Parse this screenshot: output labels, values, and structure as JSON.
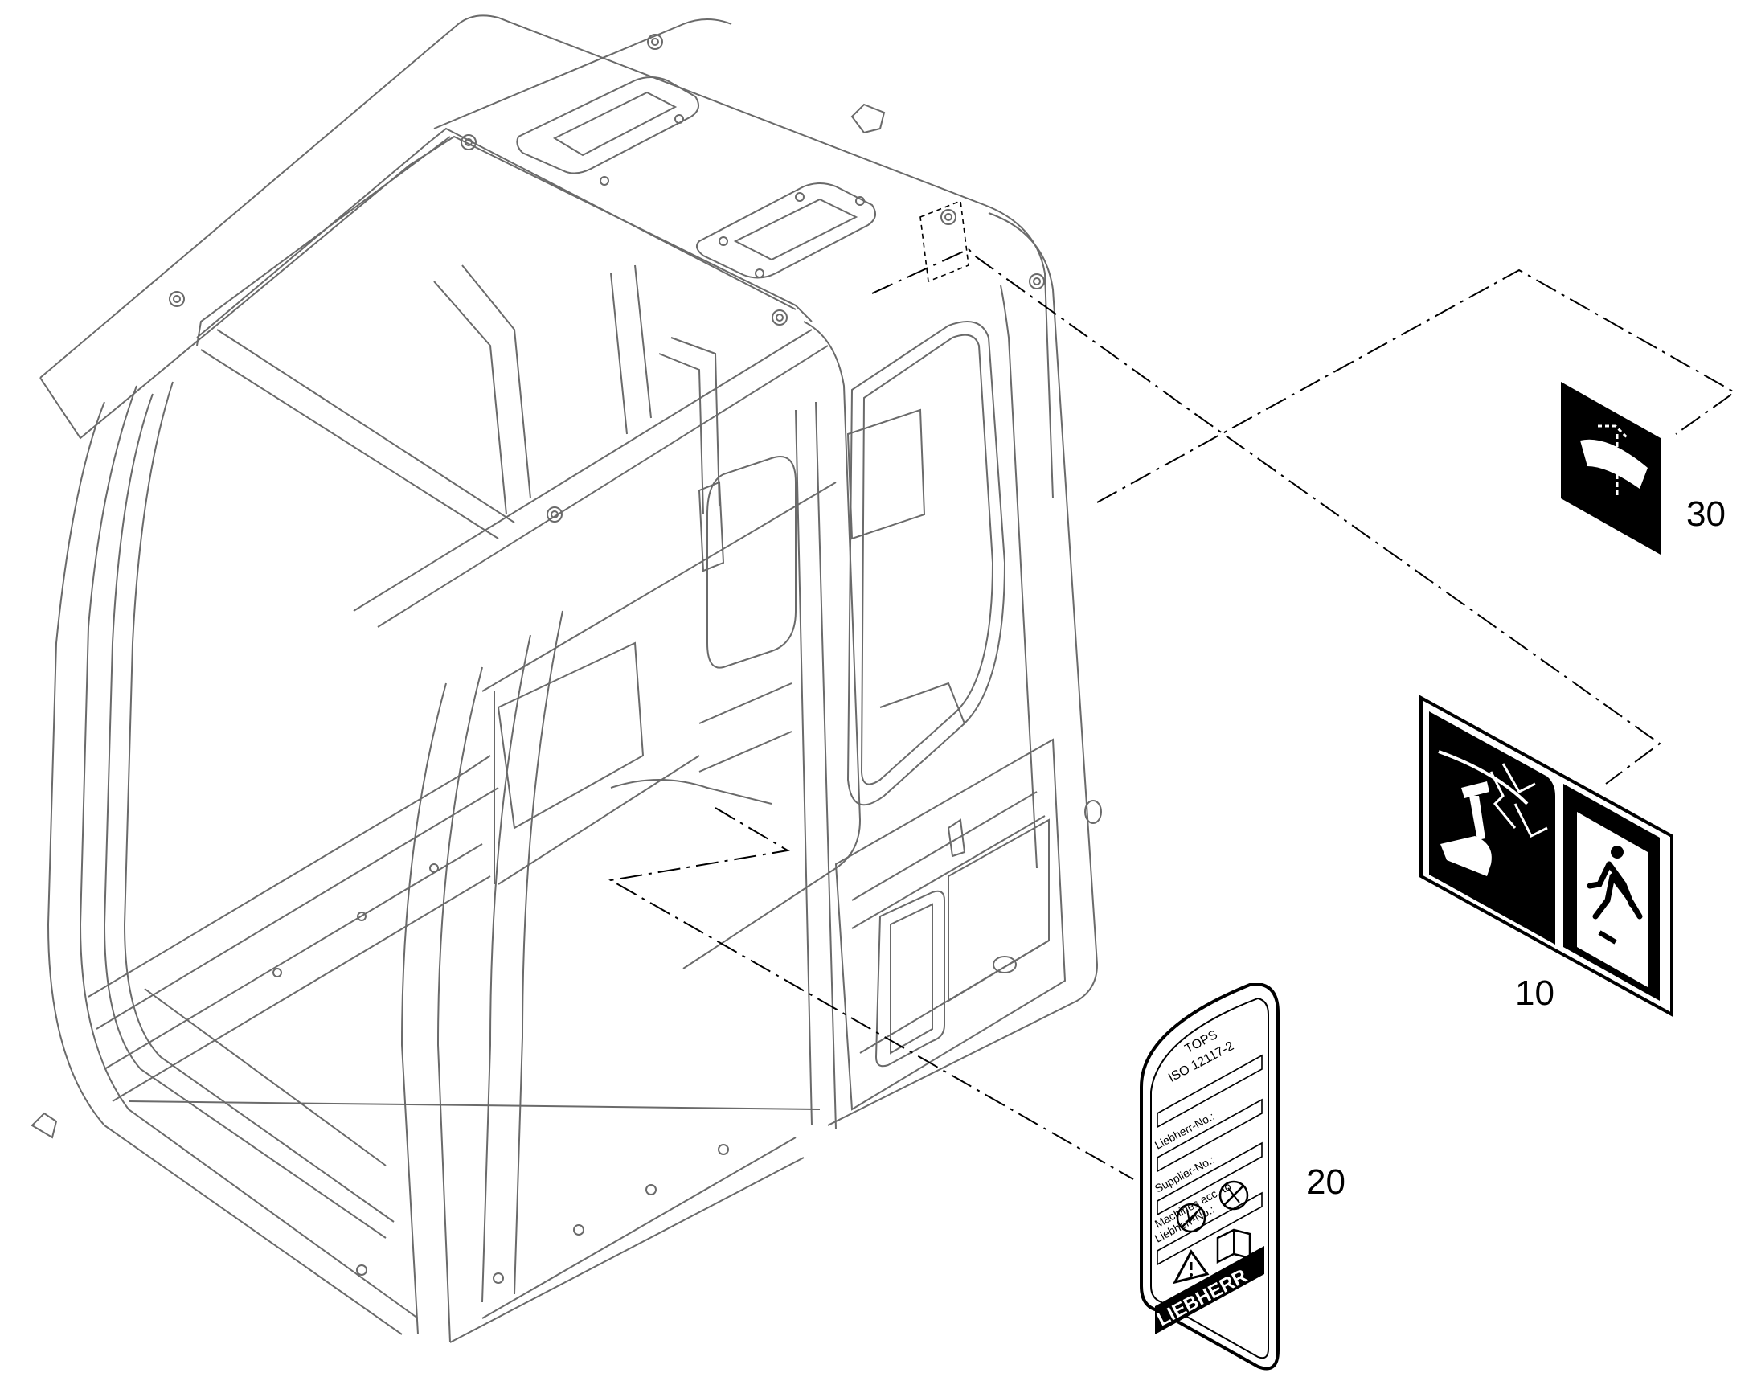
{
  "callouts": {
    "item_10": "10",
    "item_20": "20",
    "item_30": "30"
  },
  "plate_20": {
    "line1": "TOPS",
    "line2": "ISO 12117-2",
    "field1": "Liebherr-No.:",
    "field2": "Supplier-No.:",
    "field3a": "Machines acc. to",
    "field3b": "Liebherr-No.:",
    "brand": "LIEBHERR"
  },
  "icons": {
    "decal_30": "wiper-washer-icon",
    "decal_10_left": "hammer-break-glass-icon",
    "decal_10_right": "emergency-exit-icon"
  },
  "colors": {
    "line": "#6a6a6a",
    "ink": "#000000",
    "paper": "#ffffff"
  }
}
